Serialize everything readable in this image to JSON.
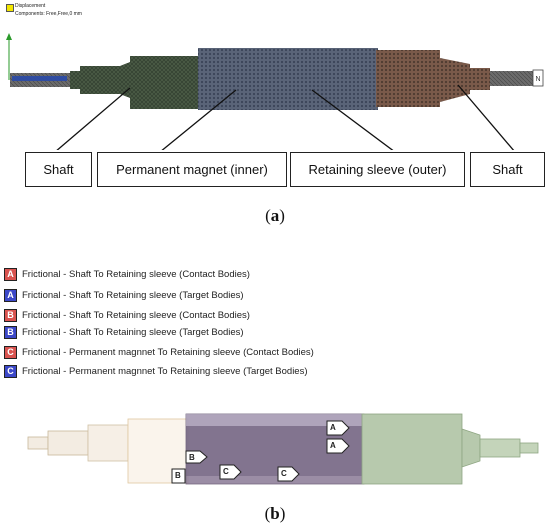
{
  "panel_a": {
    "header_title": "Displacement",
    "header_sub": "Components: Free,Free,0 mm",
    "labels": [
      "Shaft",
      "Permanent magnet (inner)",
      "Retaining sleeve (outer)",
      "Shaft"
    ],
    "caption_letter": "a"
  },
  "panel_b": {
    "legend": [
      {
        "tag": "A",
        "color": "#d9534f",
        "text": "Frictional - Shaft To Retaining sleeve (Contact Bodies)"
      },
      {
        "tag": "A",
        "color": "#3c48c8",
        "text": "Frictional - Shaft To Retaining sleeve (Target Bodies)"
      },
      {
        "tag": "B",
        "color": "#d9534f",
        "text": "Frictional - Shaft To Retaining sleeve (Contact Bodies)"
      },
      {
        "tag": "B",
        "color": "#3c48c8",
        "text": "Frictional - Shaft To Retaining sleeve (Target Bodies)"
      },
      {
        "tag": "C",
        "color": "#d9534f",
        "text": "Frictional - Permanent magnnet To Retaining sleeve (Contact Bodies)"
      },
      {
        "tag": "C",
        "color": "#3c48c8",
        "text": "Frictional - Permanent magnnet To Retaining sleeve (Target Bodies)"
      }
    ],
    "tags": [
      "A",
      "A",
      "B",
      "B",
      "C",
      "C"
    ],
    "caption_letter": "b"
  }
}
